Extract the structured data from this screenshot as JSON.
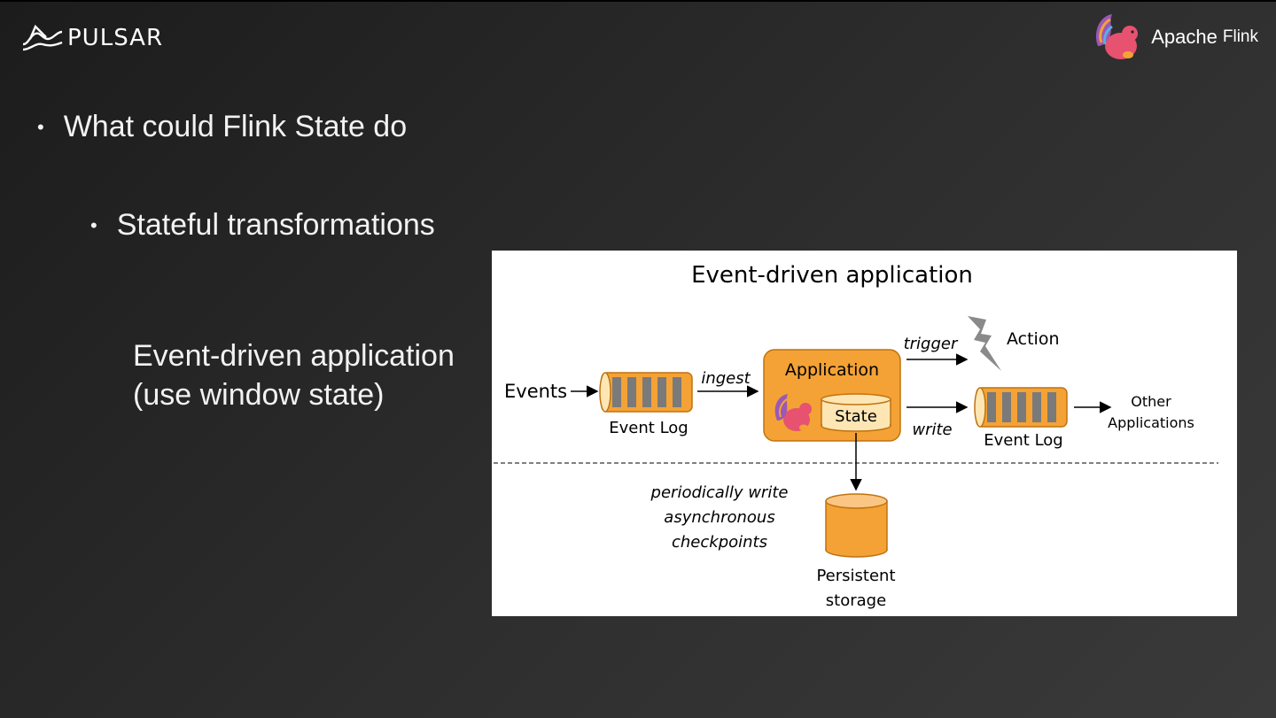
{
  "brand": {
    "left_logo": "PULSAR",
    "right_logo_a": "Apache",
    "right_logo_b": "Flink"
  },
  "bullets": [
    {
      "text": "What could Flink State do"
    },
    {
      "text": "Stateful transformations"
    }
  ],
  "subtext": {
    "line1": "Event-driven application",
    "line2": "(use window state)"
  },
  "figure": {
    "title": "Event-driven application",
    "labels": {
      "events": "Events",
      "event_log_left": "Event Log",
      "ingest": "ingest",
      "application": "Application",
      "state": "State",
      "trigger": "trigger",
      "action": "Action",
      "write": "write",
      "event_log_right": "Event Log",
      "other_1": "Other",
      "other_2": "Applications",
      "periodic_1": "periodically write",
      "periodic_2": "asynchronous",
      "periodic_3": "checkpoints",
      "persistent_1": "Persistent",
      "persistent_2": "storage"
    },
    "colors": {
      "orange": "#f4a236",
      "light_orange": "#fde6b4",
      "slot": "#7a7a7a",
      "stroke": "#c0730f"
    }
  }
}
